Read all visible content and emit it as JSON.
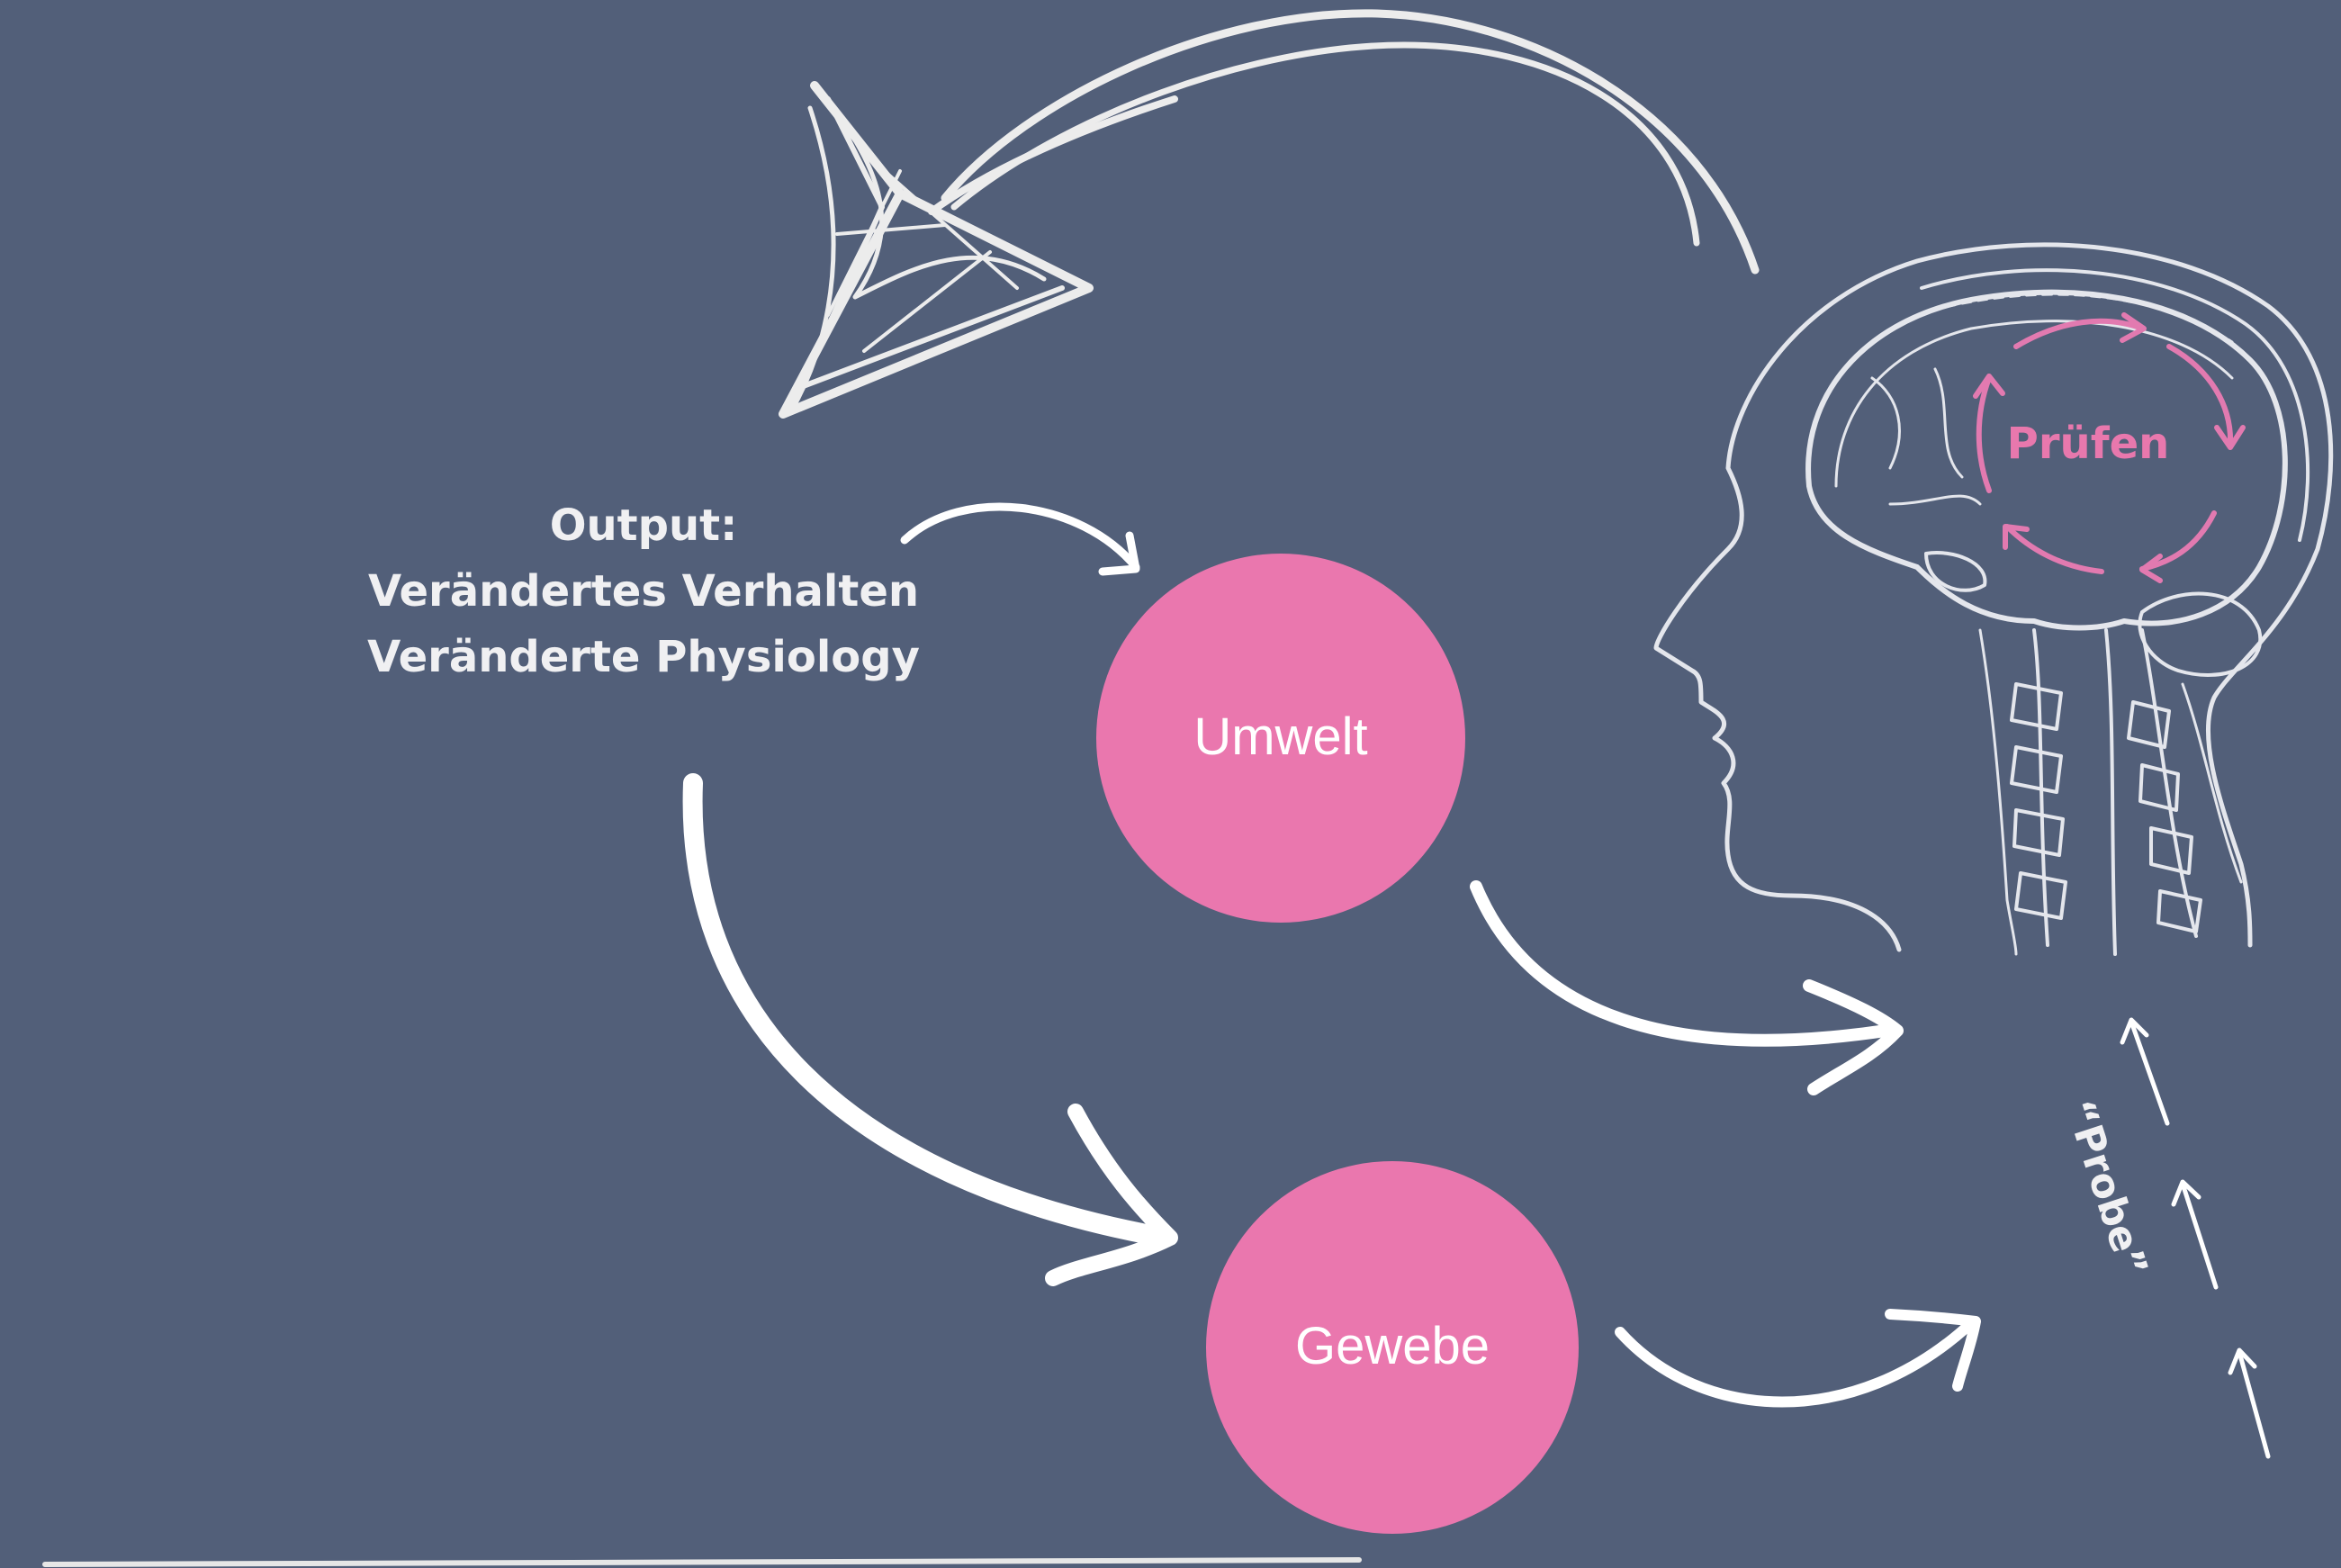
{
  "output": {
    "heading": "Output:",
    "line1": "Verändertes Verhalten",
    "line2": "Veränderte Physiology"
  },
  "nodes": {
    "umwelt": "Umwelt",
    "gewebe": "Gewebe"
  },
  "brain_label": "Prüfen",
  "probe_label": "“Probe”",
  "colors": {
    "background": "#525f79",
    "node_fill": "#ea77ae",
    "accent_pink": "#e27ab0",
    "line_white": "#ffffff"
  }
}
